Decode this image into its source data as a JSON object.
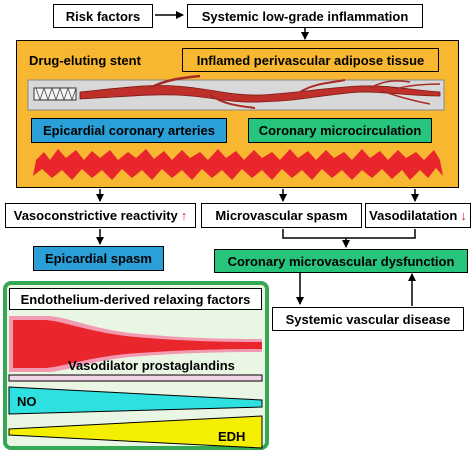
{
  "nodes": {
    "risk_factors": "Risk factors",
    "systemic_inflammation": "Systemic low-grade inflammation",
    "drug_eluting_stent": "Drug-eluting stent",
    "inflamed_pvat": "Inflamed perivascular adipose tissue",
    "epicardial_arteries": "Epicardial coronary arteries",
    "coronary_microcirculation": "Coronary microcirculation",
    "vasoconstrictive_reactivity": "Vasoconstrictive reactivity",
    "microvascular_spasm": "Microvascular spasm",
    "vasodilatation": "Vasodilatation",
    "epicardial_spasm": "Epicardial spasm",
    "coronary_microvascular_dysfunction": "Coronary microvascular dysfunction",
    "systemic_vascular_disease": "Systemic vascular disease",
    "edrf_title": "Endothelium-derived relaxing factors",
    "vasodilator_prostaglandins": "Vasodilator prostaglandins",
    "no": "NO",
    "edh": "EDH"
  },
  "indicators": {
    "up": "↑",
    "down": "↓"
  },
  "colors": {
    "panel_fill": "#f7b731",
    "blue_box": "#2a9fd8",
    "green_box": "#27c47c",
    "edrf_border": "#35a853",
    "edrf_fill": "#eaf6e4",
    "vessel_red": "#e8262c",
    "vessel_pink": "#f29ab2",
    "no_cyan": "#2fe0e0",
    "edh_yellow": "#f4ee00",
    "indicator_red": "#e8262c"
  }
}
